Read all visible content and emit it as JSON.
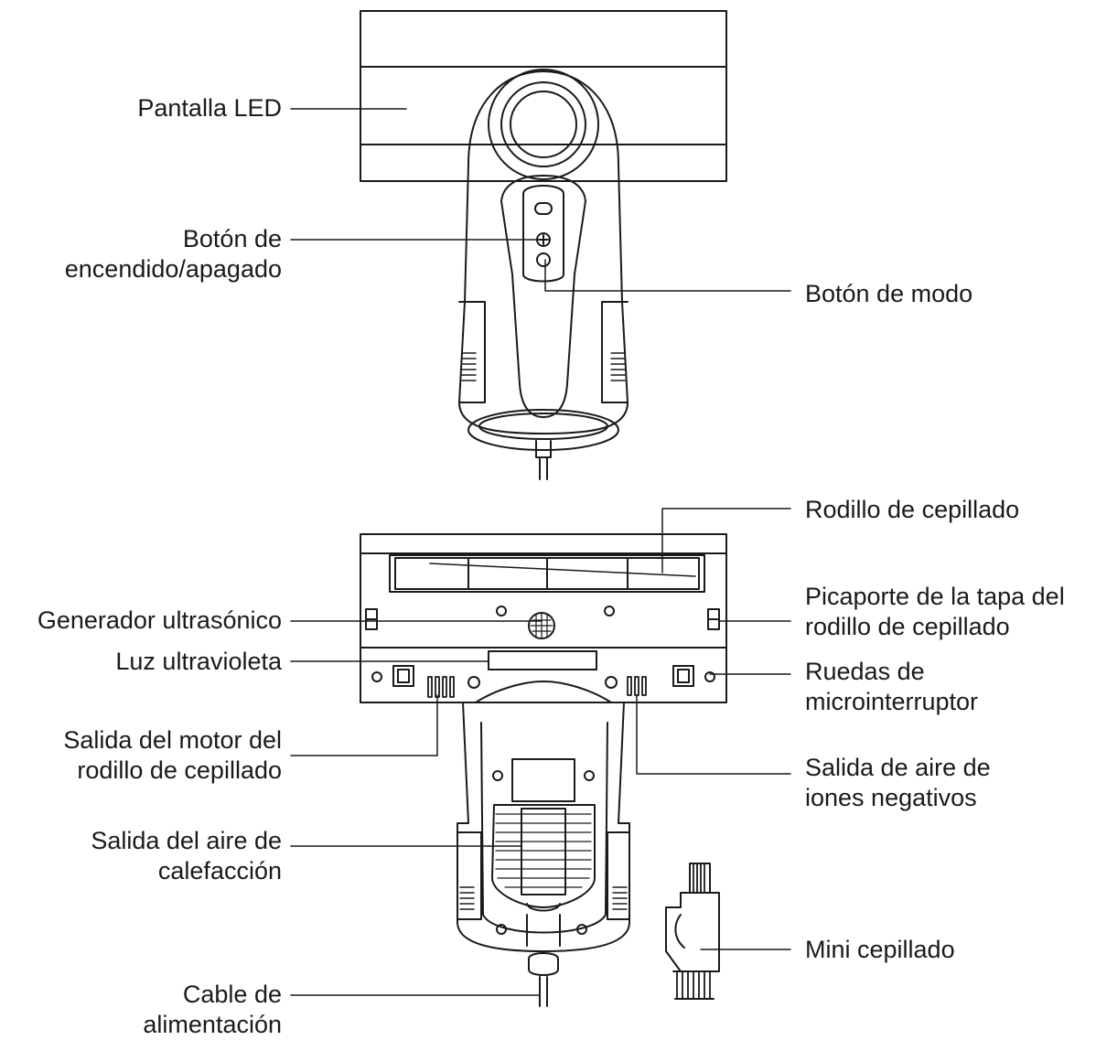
{
  "diagram": {
    "line_color": "#1a1a1a",
    "labels": {
      "pantalla_led": [
        "Pantalla LED"
      ],
      "boton_encendido": [
        "Botón de",
        "encendido/apagado"
      ],
      "boton_modo": [
        "Botón de modo"
      ],
      "rodillo_cepillado": [
        "Rodillo de cepillado"
      ],
      "generador_ultrasonico": [
        "Generador ultrasónico"
      ],
      "picaporte": [
        "Picaporte de la tapa del",
        "rodillo de cepillado"
      ],
      "luz_ultravioleta": [
        "Luz ultravioleta"
      ],
      "ruedas_microinterruptor": [
        "Ruedas de",
        "microinterruptor"
      ],
      "salida_motor": [
        "Salida del motor del",
        "rodillo de cepillado"
      ],
      "salida_iones": [
        "Salida de aire de",
        "iones negativos"
      ],
      "salida_calefaccion": [
        "Salida del aire de",
        "calefacción"
      ],
      "mini_cepillado": [
        "Mini cepillado"
      ],
      "cable_alimentacion": [
        "Cable de",
        "alimentación"
      ]
    }
  }
}
